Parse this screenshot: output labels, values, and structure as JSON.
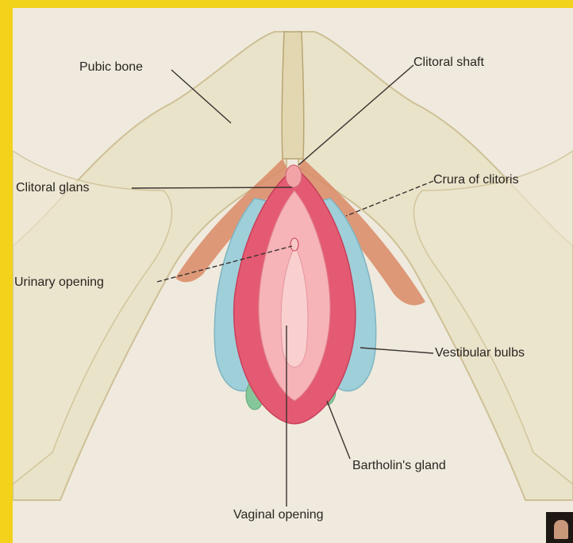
{
  "labels": {
    "pubic_bone": "Pubic bone",
    "clitoral_shaft": "Clitoral shaft",
    "clitoral_glans": "Clitoral glans",
    "crura_of_clitoris": "Crura of clitoris",
    "urinary_opening": "Urinary opening",
    "vestibular_bulbs": "Vestibular bulbs",
    "bartholins_gland": "Bartholin's gland",
    "vaginal_opening": "Vaginal opening"
  },
  "colors": {
    "page_border": "#f2d21a",
    "background": "#efeadd",
    "bone": "#e9e2c6",
    "bone_outline": "#c9b98a",
    "labia": "#e45a72",
    "labia_inner": "#f6b3b8",
    "vestibular_bulb": "#9fcfd9",
    "bartholin_gland": "#86c79a",
    "crura": "#d98a66",
    "leader_line": "#3a3230"
  },
  "icons": {
    "corner_photo": "person-photo-thumbnail"
  }
}
